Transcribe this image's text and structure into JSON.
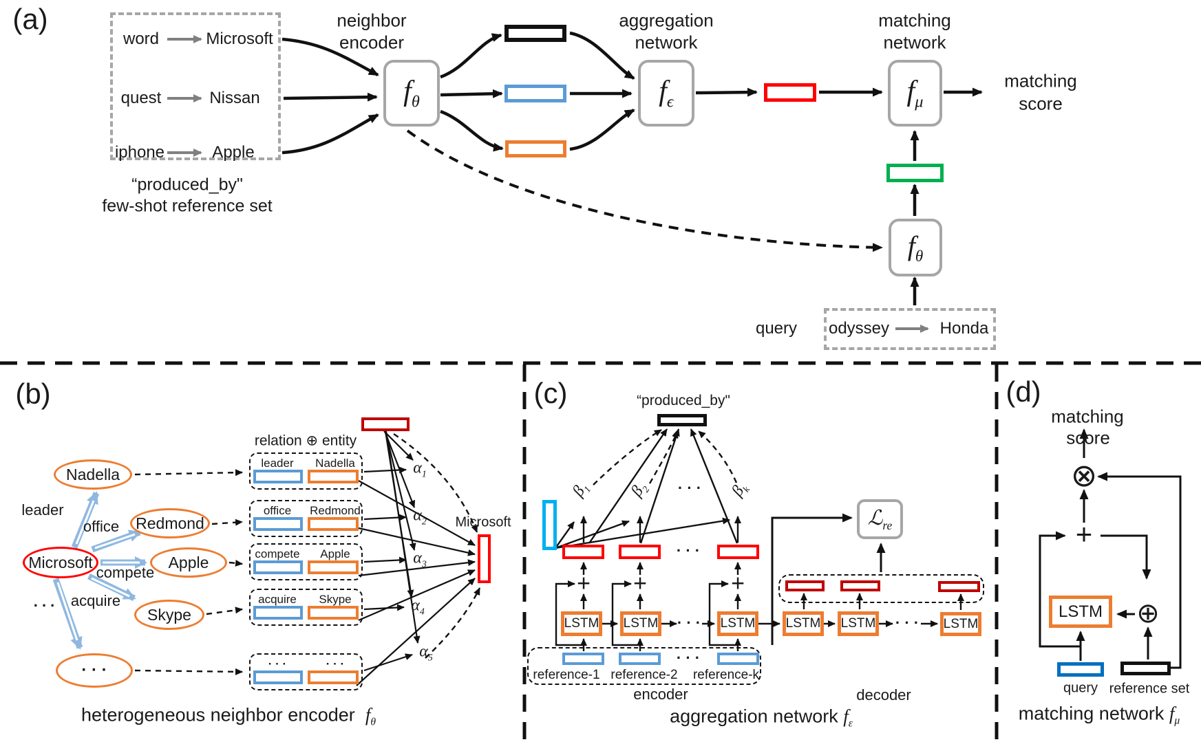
{
  "colors": {
    "blue": "#5B9BD5",
    "orange": "#ED7D31",
    "red": "#FF0000",
    "dark_red": "#C00000",
    "green": "#00B050",
    "cyan": "#00B0F0",
    "query_blue": "#0070C0",
    "box_gray": "#A6A6A6",
    "arrow_gray": "#808080",
    "light_blue_arrow": "#8FB8E0"
  },
  "panel_a": {
    "label": "(a)",
    "reference_set": {
      "rows": [
        {
          "head": "word",
          "tail": "Microsoft"
        },
        {
          "head": "quest",
          "tail": "Nissan"
        },
        {
          "head": "iphone",
          "tail": "Apple"
        }
      ],
      "caption1": "“produced_by\"",
      "caption2": "few-shot reference set"
    },
    "neighbor_title1": "neighbor",
    "neighbor_title2": "encoder",
    "aggregation_title1": "aggregation",
    "aggregation_title2": "network",
    "matching_title1": "matching",
    "matching_title2": "network",
    "f": "f",
    "theta": "θ",
    "epsilon": "ϵ",
    "mu": "μ",
    "score1": "matching",
    "score2": "score",
    "query_label": "query",
    "query_head": "odyssey",
    "query_tail": "Honda"
  },
  "panel_b": {
    "label": "(b)",
    "nodes": {
      "center": "Microsoft",
      "n1": "Nadella",
      "n2": "Redmond",
      "n3": "Apple",
      "n4": "Skype",
      "dots": "· · ·"
    },
    "edges": [
      "leader",
      "office",
      "compete",
      "acquire"
    ],
    "side_dots": ". . .",
    "pairs_header": "relation ⊕ entity",
    "pairs": [
      {
        "rel": "leader",
        "ent": "Nadella"
      },
      {
        "rel": "office",
        "ent": "Redmond"
      },
      {
        "rel": "compete",
        "ent": "Apple"
      },
      {
        "rel": "acquire",
        "ent": "Skype"
      },
      {
        "rel": "· · ·",
        "ent": "· · ·"
      }
    ],
    "alphas": [
      {
        "b": "α",
        "s": "1"
      },
      {
        "b": "α",
        "s": "2"
      },
      {
        "b": "α",
        "s": "3"
      },
      {
        "b": "α",
        "s": "4"
      },
      {
        "b": "α",
        "s": "5"
      }
    ],
    "output_label": "Microsoft",
    "caption": "heterogeneous  neighbor  encoder",
    "caption_f": "f",
    "caption_sub": "θ"
  },
  "panel_c": {
    "label": "(c)",
    "relation_label": "“produced_by\"",
    "betas": [
      {
        "b": "β",
        "s": "1"
      },
      {
        "b": "β",
        "s": "2"
      },
      {
        "b": "β",
        "s": "k"
      }
    ],
    "beta_dots": "· · ·",
    "plus": "+",
    "lstm": "LSTM",
    "chain_dots": "· · ·",
    "ref_dots": "· · ·",
    "refs": [
      "reference-1",
      "reference-2",
      "reference-k"
    ],
    "encoder_label": "encoder",
    "decoder_label": "decoder",
    "loss_symbol": "ℒ",
    "loss_sub": "re",
    "caption": "aggregation network",
    "caption_f": "f",
    "caption_sub": "ε"
  },
  "panel_d": {
    "label": "(d)",
    "score1": "matching",
    "score2": "score",
    "otimes": "⊗",
    "oplus": "⊕",
    "plus": "+",
    "lstm": "LSTM",
    "query_label": "query",
    "reference_label": "reference set",
    "caption": "matching network",
    "caption_f": "f",
    "caption_sub": "μ"
  }
}
